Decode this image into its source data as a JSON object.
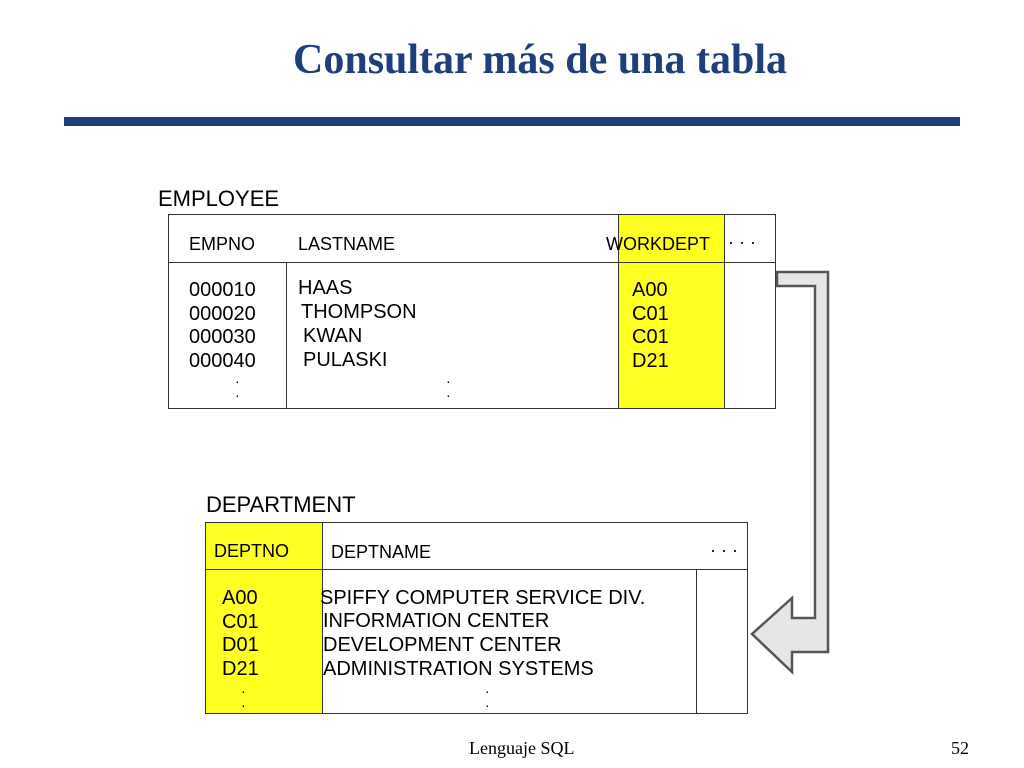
{
  "slide": {
    "title": "Consultar más de una tabla",
    "footer_text": "Lenguaje SQL",
    "page_number": "52"
  },
  "employee": {
    "name": "EMPLOYEE",
    "columns": {
      "empno": "EMPNO",
      "lastname": "LASTNAME",
      "workdept": "WORKDEPT",
      "more": "· · ·"
    },
    "rows": [
      {
        "empno": "000010",
        "lastname": "HAAS",
        "workdept": "A00"
      },
      {
        "empno": "000020",
        "lastname": "THOMPSON",
        "workdept": "C01"
      },
      {
        "empno": "000030",
        "lastname": "KWAN",
        "workdept": "C01"
      },
      {
        "empno": "000040",
        "lastname": "PULASKI",
        "workdept": "D21"
      }
    ],
    "continuation": "·\n·"
  },
  "department": {
    "name": "DEPARTMENT",
    "columns": {
      "deptno": "DEPTNO",
      "deptname": "DEPTNAME",
      "more": "· · ·"
    },
    "rows": [
      {
        "deptno": "A00",
        "deptname": "SPIFFY COMPUTER SERVICE DIV."
      },
      {
        "deptno": "C01",
        "deptname": "INFORMATION CENTER"
      },
      {
        "deptno": "D01",
        "deptname": "DEVELOPMENT CENTER"
      },
      {
        "deptno": "D21",
        "deptname": "ADMINISTRATION SYSTEMS"
      }
    ],
    "continuation": "·\n·"
  },
  "colors": {
    "title": "#1f3f7a",
    "highlight": "#ffff22",
    "arrow_fill": "#e6e6e6",
    "arrow_stroke": "#555555"
  },
  "icons": {
    "relationship": "bent-arrow-icon"
  }
}
